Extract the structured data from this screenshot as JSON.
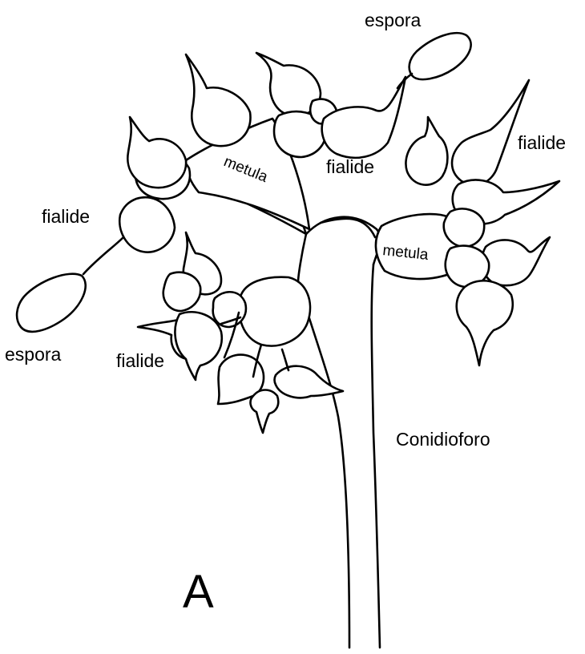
{
  "labels": {
    "espora_top": "espora",
    "espora_left": "espora",
    "fialide_right": "fialide",
    "fialide_center": "fialide",
    "fialide_left": "fialide",
    "fialide_bottom": "fialide",
    "metula_left": "metula",
    "metula_right": "metula",
    "conidioforo": "Conidioforo",
    "panel_letter": "A"
  },
  "colors": {
    "ink": "#000000",
    "paper": "#ffffff"
  }
}
